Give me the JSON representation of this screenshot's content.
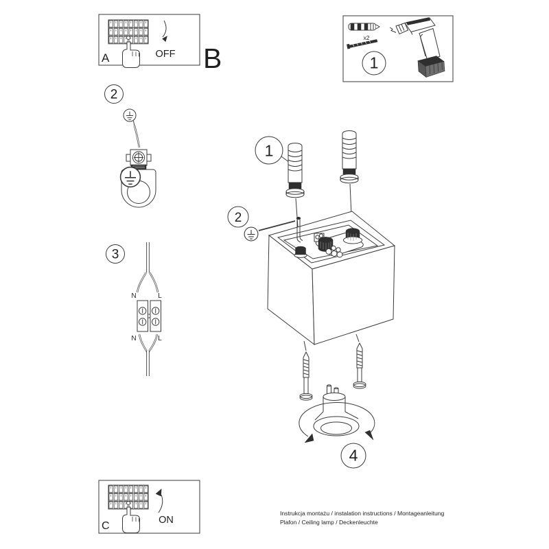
{
  "labels": {
    "panel_off": {
      "letter": "A",
      "action": "OFF"
    },
    "section_b": "B",
    "panel_on": {
      "letter": "C",
      "action": "ON"
    },
    "kit": {
      "number": "1",
      "quantity": "x2"
    },
    "step_anchors": "1",
    "step_ground_left": "2",
    "step_ground_cube": "2",
    "step_wiring": "3",
    "step_bulb": "4",
    "wires": {
      "n_top": "N",
      "l_top": "L",
      "n_bottom": "N",
      "l_bottom": "L"
    }
  },
  "footer": {
    "line1": "Instrukcja montażu / instalation instructions / Montageanleitung",
    "line2": "Plafon / Ceiling lamp / Deckenleuchte"
  },
  "colors": {
    "paper": "#ffffff",
    "ink": "#3a3a3a"
  }
}
